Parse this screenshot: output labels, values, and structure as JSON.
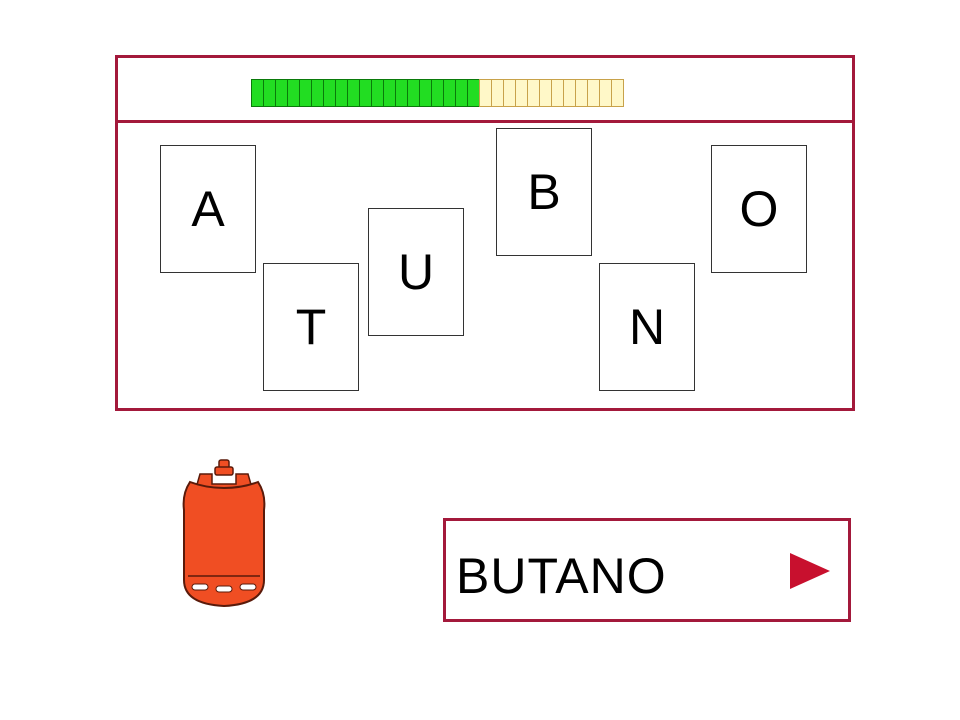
{
  "progress": {
    "total": 31,
    "completed": 19,
    "colors": {
      "completed": "#22dd22",
      "remaining": "#fff8c8"
    }
  },
  "letters": [
    {
      "id": "a",
      "char": "A"
    },
    {
      "id": "t",
      "char": "T"
    },
    {
      "id": "u",
      "char": "U"
    },
    {
      "id": "b",
      "char": "B"
    },
    {
      "id": "n",
      "char": "N"
    },
    {
      "id": "o",
      "char": "O"
    }
  ],
  "picture": {
    "icon": "gas-cylinder-icon",
    "color": "#f04e23"
  },
  "answer": {
    "word": "BUTANO",
    "icon": "play-arrow-icon",
    "accent": "#a3193b"
  }
}
